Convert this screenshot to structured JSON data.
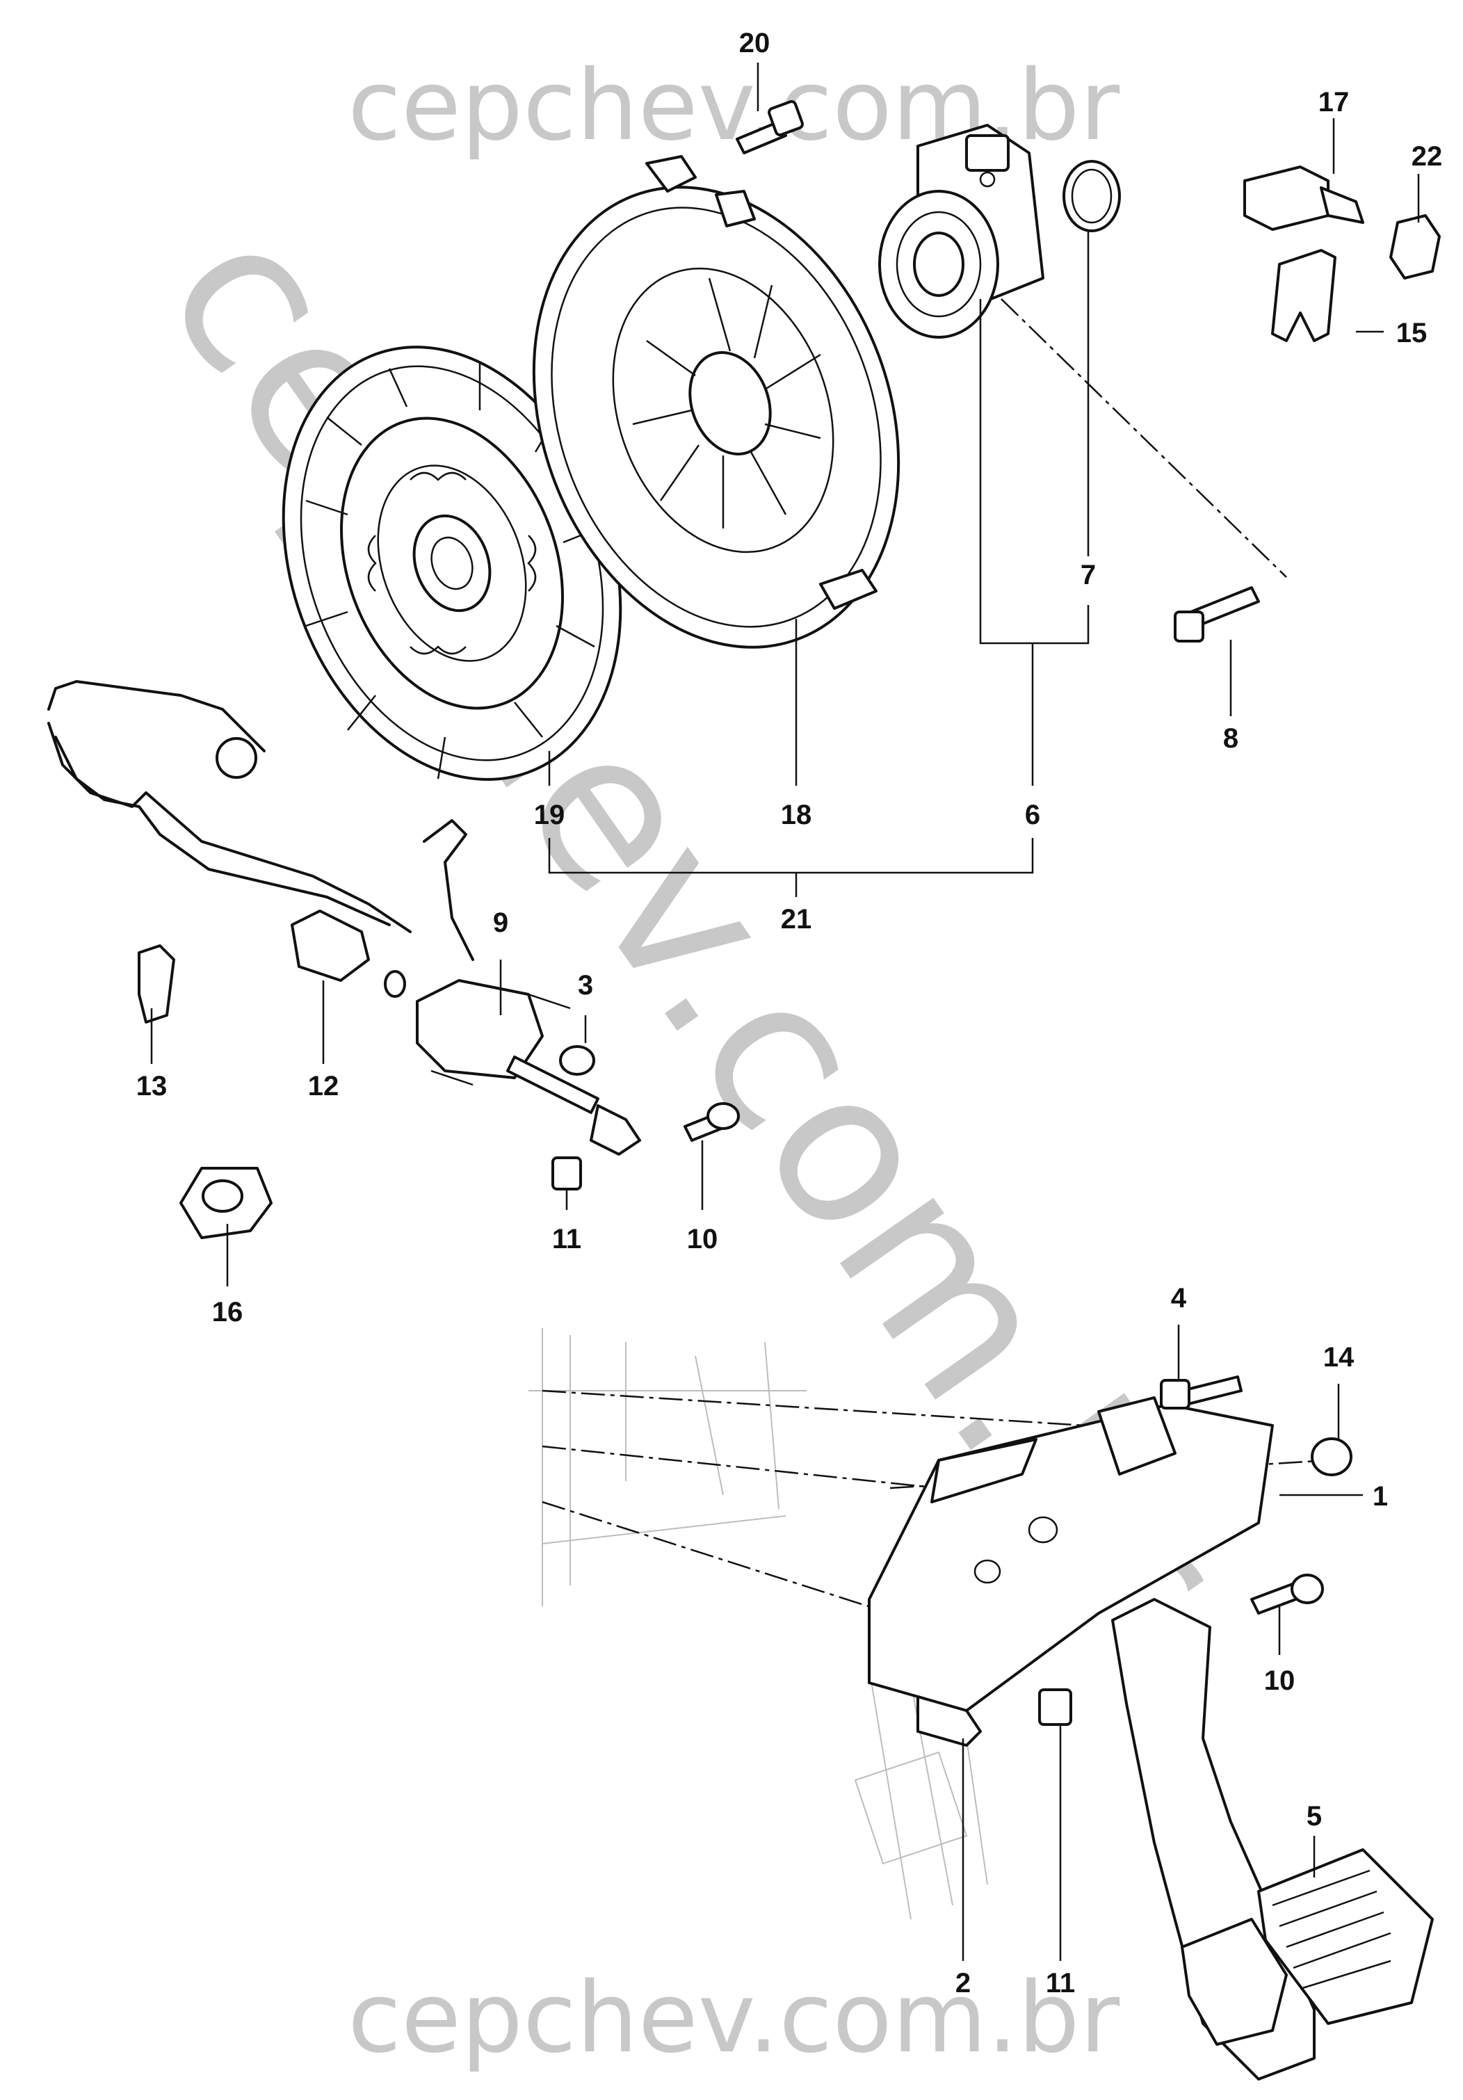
{
  "watermarks": {
    "top": "cepchev.com.br",
    "bottom": "cepchev.com.br",
    "diagonal": "cepchev.com.br"
  },
  "callouts": {
    "c1": "1",
    "c2": "2",
    "c3": "3",
    "c4": "4",
    "c5": "5",
    "c6": "6",
    "c7": "7",
    "c8": "8",
    "c9": "9",
    "c10a": "10",
    "c10b": "10",
    "c11a": "11",
    "c11b": "11",
    "c12": "12",
    "c13": "13",
    "c14": "14",
    "c15": "15",
    "c16": "16",
    "c17": "17",
    "c18": "18",
    "c19": "19",
    "c20": "20",
    "c21": "21",
    "c22": "22"
  }
}
